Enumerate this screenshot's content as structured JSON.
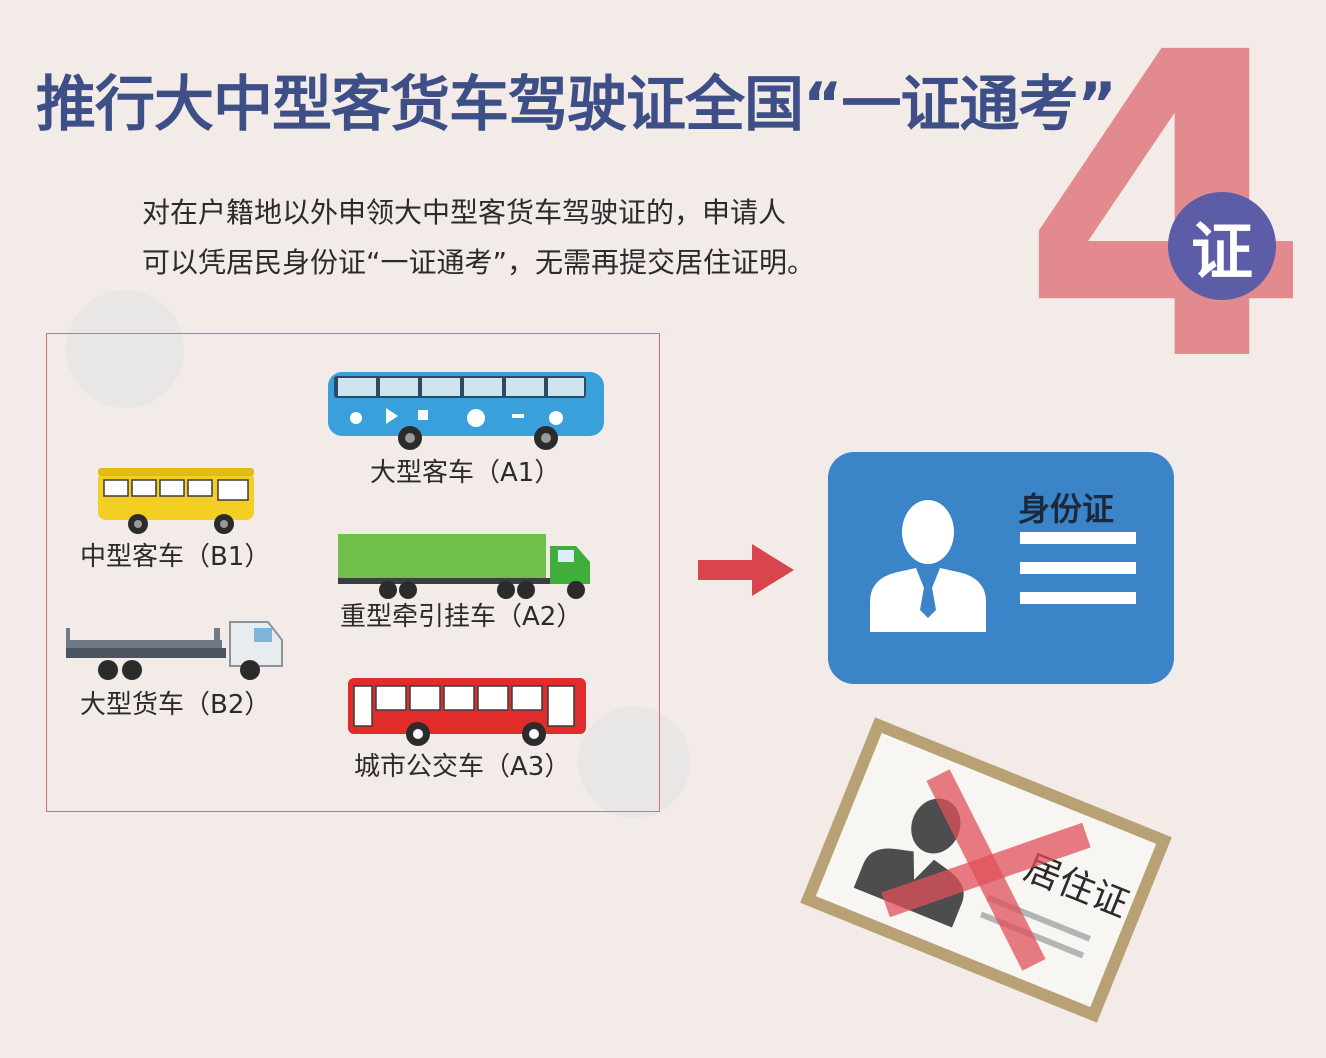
{
  "title": "推行大中型客货车驾驶证全国“一证通考”",
  "badge": {
    "number": "4",
    "label": "证"
  },
  "subtitle": [
    "对在户籍地以外申领大中型客货车驾驶证的，申请人",
    "可以凭居民身份证“一证通考”，无需再提交居住证明。"
  ],
  "vehicles": {
    "a1": "大型客车（A1）",
    "b1": "中型客车（B1）",
    "a2": "重型牵引挂车（A2）",
    "b2": "大型货车（B2）",
    "a3": "城市公交车（A3）"
  },
  "id_card": {
    "title": "身份证"
  },
  "residence_card": {
    "title": "居住证"
  },
  "colors": {
    "title": "#3d4f86",
    "accent_red": "#e3858a",
    "badge_circle": "#5d5ca6",
    "id_card": "#3a84c7",
    "residence_card_frame": "#b7a175",
    "cross": "#e0505a"
  }
}
